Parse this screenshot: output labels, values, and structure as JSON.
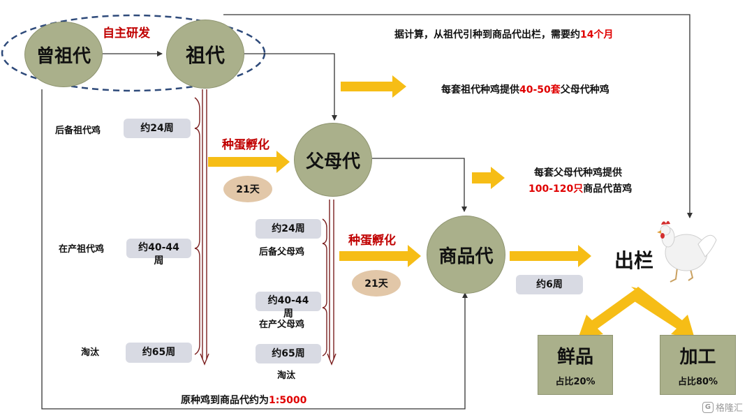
{
  "nodes": {
    "great_grand": "曾祖代",
    "grand": "祖代",
    "parent": "父母代",
    "commercial": "商品代",
    "market": "出栏"
  },
  "labels": {
    "rd": "自主研发",
    "hatch_1": "种蛋孵化",
    "hatch_2": "种蛋孵化",
    "reserve_grand": "后备祖代鸡",
    "laying_grand": "在产祖代鸡",
    "cull_1": "淘汰",
    "reserve_parent": "后备父母鸡",
    "laying_parent": "在产父母鸡",
    "cull_2": "淘汰"
  },
  "durations": {
    "grand_reserve": "约24周",
    "grand_laying_a": "约40-44",
    "grand_laying_b": "周",
    "grand_cull": "约65周",
    "hatch_days_1": "21天",
    "parent_reserve": "约24周",
    "parent_laying_a": "约40-44",
    "parent_laying_b": "周",
    "parent_cull": "约65周",
    "hatch_days_2": "21天",
    "commercial_grow": "约6周"
  },
  "notes": {
    "total_time_pre": "据计算，从祖代引种到商品代出栏，需要约",
    "total_time_hl": "14个月",
    "grand_supply_pre": "每套祖代种鸡提供",
    "grand_supply_hl": "40-50套",
    "grand_supply_post": "父母代种鸡",
    "parent_supply_line1": "每套父母代种鸡提供",
    "parent_supply_hl": "100-120只",
    "parent_supply_post": "商品代苗鸡",
    "ratio_pre": "原种鸡到商品代约为",
    "ratio_hl": "1:5000"
  },
  "outputs": [
    {
      "name": "鲜品",
      "share": "占比20%"
    },
    {
      "name": "加工",
      "share": "占比80%"
    }
  ],
  "watermark": "格隆汇",
  "colors": {
    "node": "#aab08b",
    "pill": "#d8dae3",
    "oval": "#e2c7a8",
    "arrow": "#f6bd16",
    "bracket": "#7b1e1e",
    "highlight": "#e00000",
    "dashed": "#2e4a7a"
  }
}
